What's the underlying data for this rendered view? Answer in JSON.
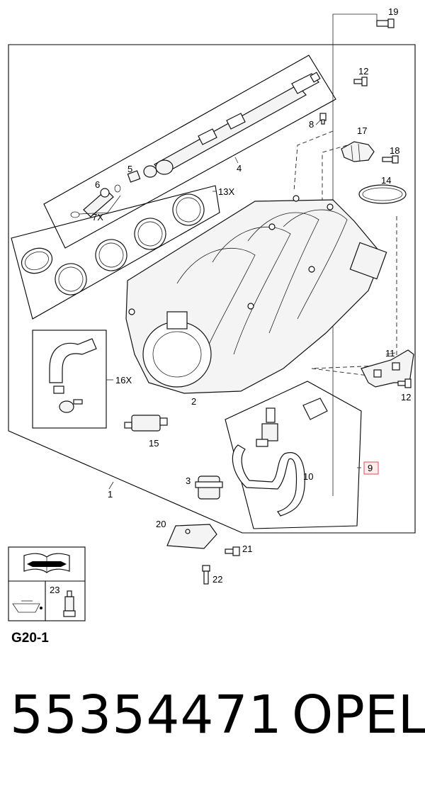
{
  "callouts": {
    "c1": "1",
    "c2": "2",
    "c3": "3",
    "c4": "4",
    "c5": "5",
    "c6": "6",
    "c7x": "7X",
    "c8": "8",
    "c9": "9",
    "c10": "10",
    "c11": "11",
    "c12a": "12",
    "c12b": "12",
    "c13x": "13X",
    "c14": "14",
    "c15": "15",
    "c16x": "16X",
    "c17": "17",
    "c18": "18",
    "c19": "19",
    "c20": "20",
    "c21": "21",
    "c22": "22",
    "c23": "23"
  },
  "highlight_color": "#e04b5a",
  "legend_icons": [
    "repair-manual-icon",
    "oil-pan-icon",
    "grease-tube-icon"
  ],
  "footer": {
    "code": "G20-1",
    "part_number": "55354471",
    "brand": "OPEL"
  }
}
